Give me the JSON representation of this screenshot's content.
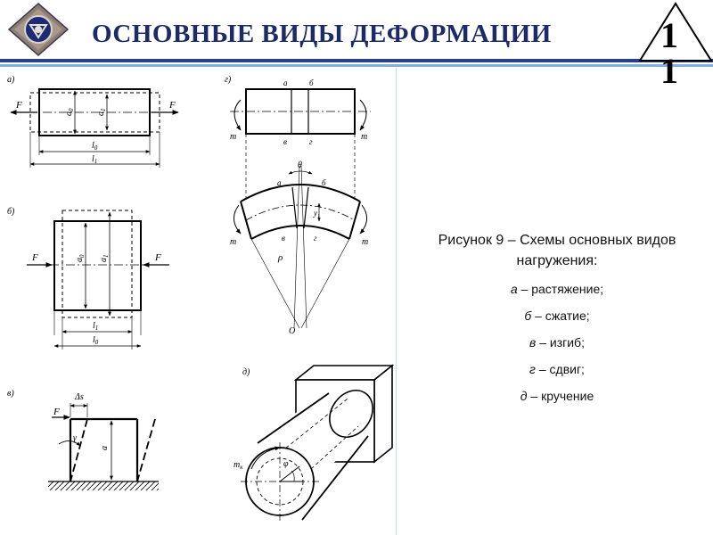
{
  "header": {
    "title": "ОСНОВНЫЕ ВИДЫ ДЕФОРМАЦИИ",
    "slide_number": [
      "1",
      "1"
    ],
    "colors": {
      "title": "#1c2a68",
      "rule": "#2a3f8c",
      "rule_light": "#7fb0e0"
    }
  },
  "figures": {
    "a": {
      "tag": "а)",
      "force": "F",
      "dims": [
        "a",
        "a",
        "l",
        "l"
      ],
      "subs": [
        "0",
        "1",
        "0",
        "1"
      ]
    },
    "b": {
      "tag": "б)",
      "force": "F",
      "dims": [
        "a",
        "a",
        "l",
        "l"
      ],
      "subs": [
        "0",
        "1",
        "1",
        "0"
      ]
    },
    "v": {
      "tag": "в)",
      "delta": "Δs",
      "force": "F",
      "angle": "γ",
      "side": "a"
    },
    "g": {
      "tag": "г)",
      "points": [
        "а",
        "б",
        "в",
        "г"
      ],
      "moment": "m",
      "angle": "θ",
      "radius": "ρ",
      "center": "О",
      "y": "y",
      "y_sub": "1"
    },
    "d": {
      "tag": "д)",
      "moment": "m",
      "moment_sub": "к",
      "angle": "φ"
    }
  },
  "caption": {
    "main": "Рисунок 9 – Схемы основных видов нагружения:",
    "items": [
      {
        "key": "а",
        "text": " – растяжение;"
      },
      {
        "key": "б",
        "text": " – сжатие;"
      },
      {
        "key": "в",
        "text": " – изгиб;"
      },
      {
        "key": "г",
        "text": " – сдвиг;"
      },
      {
        "key": "д",
        "text": " – кручение"
      }
    ]
  }
}
